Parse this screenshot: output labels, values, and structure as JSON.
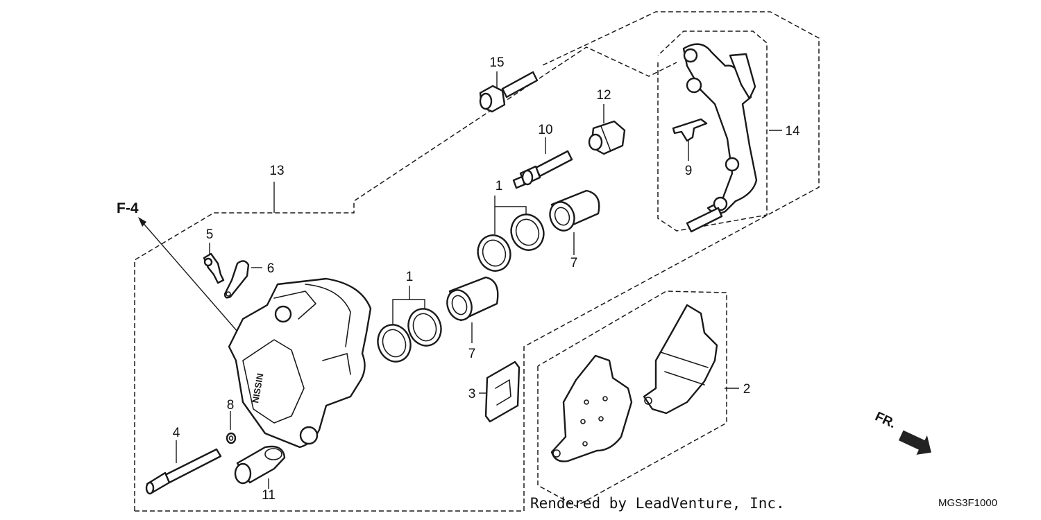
{
  "diagram": {
    "view_ref": "F-4",
    "front_label": "FR.",
    "credit": "Rendered by LeadVenture, Inc.",
    "diagram_code": "MGS3F1000",
    "caliper_brand": "NISSIN",
    "callouts": {
      "c1a": "1",
      "c1b": "1",
      "c2": "2",
      "c3": "3",
      "c4": "4",
      "c5": "5",
      "c6": "6",
      "c7a": "7",
      "c7b": "7",
      "c8": "8",
      "c9": "9",
      "c10": "10",
      "c11": "11",
      "c12": "12",
      "c13": "13",
      "c14": "14",
      "c15": "15"
    }
  }
}
